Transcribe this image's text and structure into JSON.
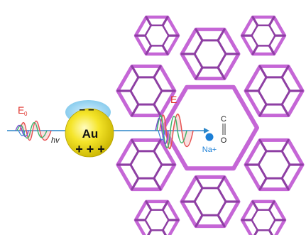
{
  "labels": {
    "incident_field": "E",
    "incident_field_sub": "0",
    "photon": "hv",
    "nanoparticle": "Au",
    "positive_charges": "+ + +",
    "negative_charges": "– –",
    "enhanced_field": "E",
    "molecule_top": "C",
    "molecule_bottom": "O",
    "sodium_ion": "Na+"
  },
  "colors": {
    "framework": "#c566d6",
    "framework_dark": "#8e3fa3",
    "gold_sphere": "#f2e21b",
    "gold_shadow": "#c9b400",
    "electron_cloud": "#8fd0ee",
    "field_label": "#e0332c",
    "ion": "#1c7fd6",
    "axis_arrow": "#2b86c8",
    "wave_red": "#e65252",
    "wave_green": "#3fb36a",
    "wave_purple": "#7a4ad0",
    "wave_blue": "#3b82d6"
  },
  "icons": {
    "framework": "zeolite-cage-framework",
    "nanoparticle": "gold-nanoparticle-sphere",
    "ion": "sodium-ion-dot"
  }
}
